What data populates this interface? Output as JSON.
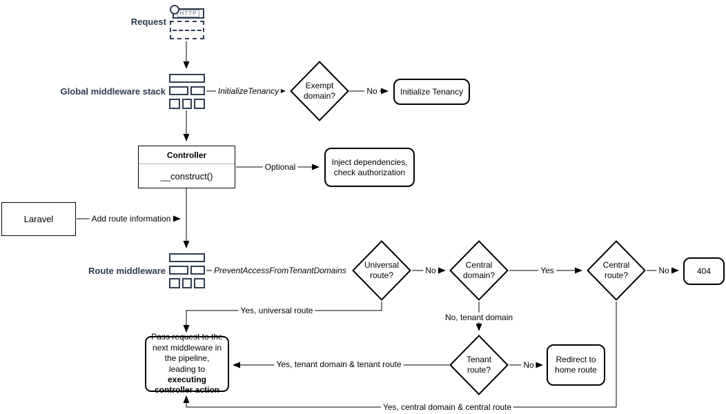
{
  "labels": {
    "request": "Request",
    "global_middleware": "Global middleware stack",
    "route_middleware": "Route middleware"
  },
  "icons": {
    "http": "HTTP"
  },
  "nodes": {
    "exempt_domain": {
      "line1": "Exempt",
      "line2": "domain?"
    },
    "initialize_tenancy": {
      "label": "Initialize Tenancy"
    },
    "controller": {
      "title": "Controller",
      "member": "__construct()"
    },
    "inject_dependencies": {
      "line1": "Inject dependencies,",
      "line2": "check authorization"
    },
    "laravel": {
      "label": "Laravel"
    },
    "universal_route": {
      "line1": "Universal",
      "line2": "route?"
    },
    "central_domain": {
      "line1": "Central",
      "line2": "domain?"
    },
    "central_route": {
      "line1": "Central",
      "line2": "route?"
    },
    "error_404": {
      "label": "404"
    },
    "tenant_route": {
      "line1": "Tenant",
      "line2": "route?"
    },
    "redirect_home": {
      "line1": "Redirect to",
      "line2": "home route"
    },
    "pass_request": {
      "text": "Pass request to the next middleware in the pipeline, leading to ",
      "bold": "executing controller action"
    }
  },
  "edges": {
    "initialize_tenancy_middleware": "InitializeTenancy",
    "exempt_no": "No",
    "optional": "Optional",
    "add_route_information": "Add route information",
    "prevent_access": "PreventAccessFromTenantDomains",
    "universal_no": "No",
    "central_domain_yes": "Yes",
    "central_route_no": "No",
    "universal_yes": "Yes, universal route",
    "tenant_domain_no": "No, tenant domain",
    "tenant_route_no": "No",
    "tenant_yes": "Yes, tenant domain & tenant route",
    "central_yes": "Yes, central domain & central route"
  },
  "colors": {
    "accent_navy": "#2e3b4e",
    "shape_border": "#000000",
    "background": "#ffffff"
  }
}
